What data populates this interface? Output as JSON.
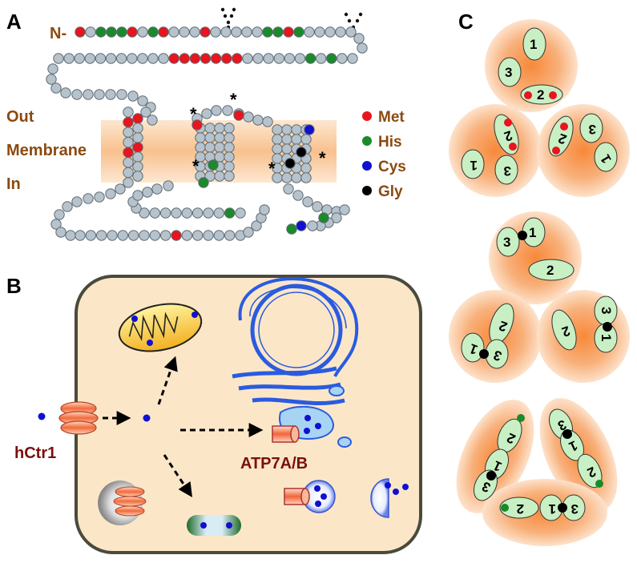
{
  "panels": {
    "a": "A",
    "b": "B",
    "c": "C"
  },
  "panel_a": {
    "n_terminus": "N-",
    "regions": {
      "out": "Out",
      "membrane": "Membrane",
      "in": "In"
    },
    "stars": [
      "*",
      "*",
      "*",
      "*",
      "*"
    ],
    "legend": [
      {
        "label": "Met",
        "color": "#e8141e"
      },
      {
        "label": "His",
        "color": "#1a8a2a"
      },
      {
        "label": "Cys",
        "color": "#1010d0"
      },
      {
        "label": "Gly",
        "color": "#000000"
      }
    ]
  },
  "panel_b": {
    "importer_label": "hCtr1",
    "exporter_label": "ATP7A/B"
  },
  "panel_c": {
    "helix_numbers": [
      "1",
      "2",
      "3"
    ]
  },
  "colors": {
    "residue": "#b7c3cc",
    "residue_stroke": "#5e6b73",
    "membrane": "#f9c79a",
    "cell_fill": "#fbe7c8",
    "cell_border": "#4a4a3c",
    "subunit": "#f4a46c",
    "helix": "#c8f0c4"
  }
}
